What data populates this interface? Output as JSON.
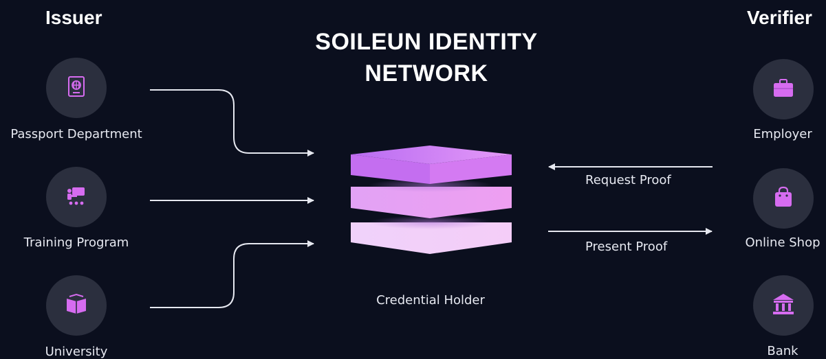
{
  "issuer": {
    "title": "Issuer",
    "items": [
      {
        "label": "Passport Department",
        "icon": "passport-icon"
      },
      {
        "label": "Training Program",
        "icon": "training-icon"
      },
      {
        "label": "University",
        "icon": "book-icon"
      }
    ]
  },
  "verifier": {
    "title": "Verifier",
    "items": [
      {
        "label": "Employer",
        "icon": "briefcase-icon"
      },
      {
        "label": "Online Shop",
        "icon": "shopping-bag-icon"
      },
      {
        "label": "Bank",
        "icon": "bank-icon"
      }
    ]
  },
  "network": {
    "title_line1": "SOILEUN IDENTITY",
    "title_line2": "NETWORK"
  },
  "holder": {
    "label": "Credential Holder"
  },
  "flows": {
    "request": "Request Proof",
    "present": "Present Proof"
  },
  "colors": {
    "background": "#0b0f1e",
    "node_circle": "#2b2f3e",
    "accent": "#d66cf0",
    "arrow": "#e6e8f0"
  }
}
